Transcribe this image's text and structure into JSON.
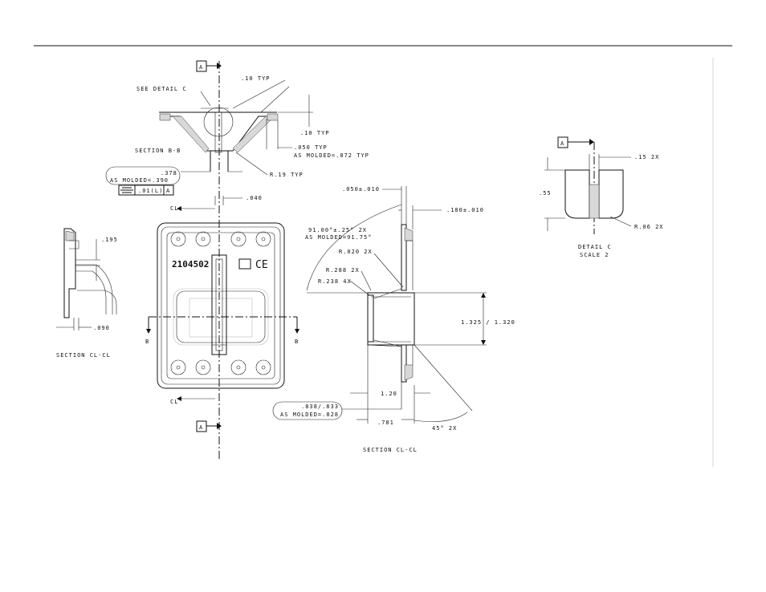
{
  "section_b": {
    "see_detail": "SEE DETAIL C",
    "dim_010_typ_top": ".10 TYP",
    "dim_010_typ_side": ".10 TYP",
    "dim_050_typ": ".050 TYP",
    "as_molded_072": "AS MOLDED=.072 TYP",
    "radius_019": "R.19 TYP",
    "dim_378": ".378",
    "as_molded_390": "AS MOLDED=.390",
    "fcf_tolerance": ".01(L)",
    "fcf_datum": "A",
    "title": "SECTION B-B"
  },
  "datum_top": "A",
  "datum_bottom": "A",
  "plan_view": {
    "dim_040": ".040",
    "cl_top": "CL",
    "cl_bottom": "CL",
    "part_number": "2104502",
    "ce_mark": "CE",
    "section_left": "B",
    "section_right": "B"
  },
  "section_cl_left": {
    "dim_195": ".195",
    "dim_090": ".090",
    "title": "SECTION CL-CL"
  },
  "section_cl_right": {
    "dim_050_010": ".050±.010",
    "dim_180_010": ".180±.010",
    "angle_91": "91.00°±.25° 2X",
    "as_molded_91": "AS MOLDED=91.75°",
    "radius_020": "R.020 2X",
    "radius_288": "R.288 2X",
    "radius_238": "R.238 4X",
    "dim_1325": "1.325 / 1.320",
    "dim_120": "1.20",
    "dim_838": ".838/.833",
    "as_molded_828": "AS MOLDED=.828",
    "dim_781": ".781",
    "angle_45": "45° 2X",
    "title": "SECTION CL-CL"
  },
  "detail_c": {
    "datum": "A",
    "dim_015": ".15 2X",
    "dim_055": ".55",
    "radius_006": "R.06 2X",
    "title": "DETAIL C",
    "scale": "SCALE 2"
  }
}
